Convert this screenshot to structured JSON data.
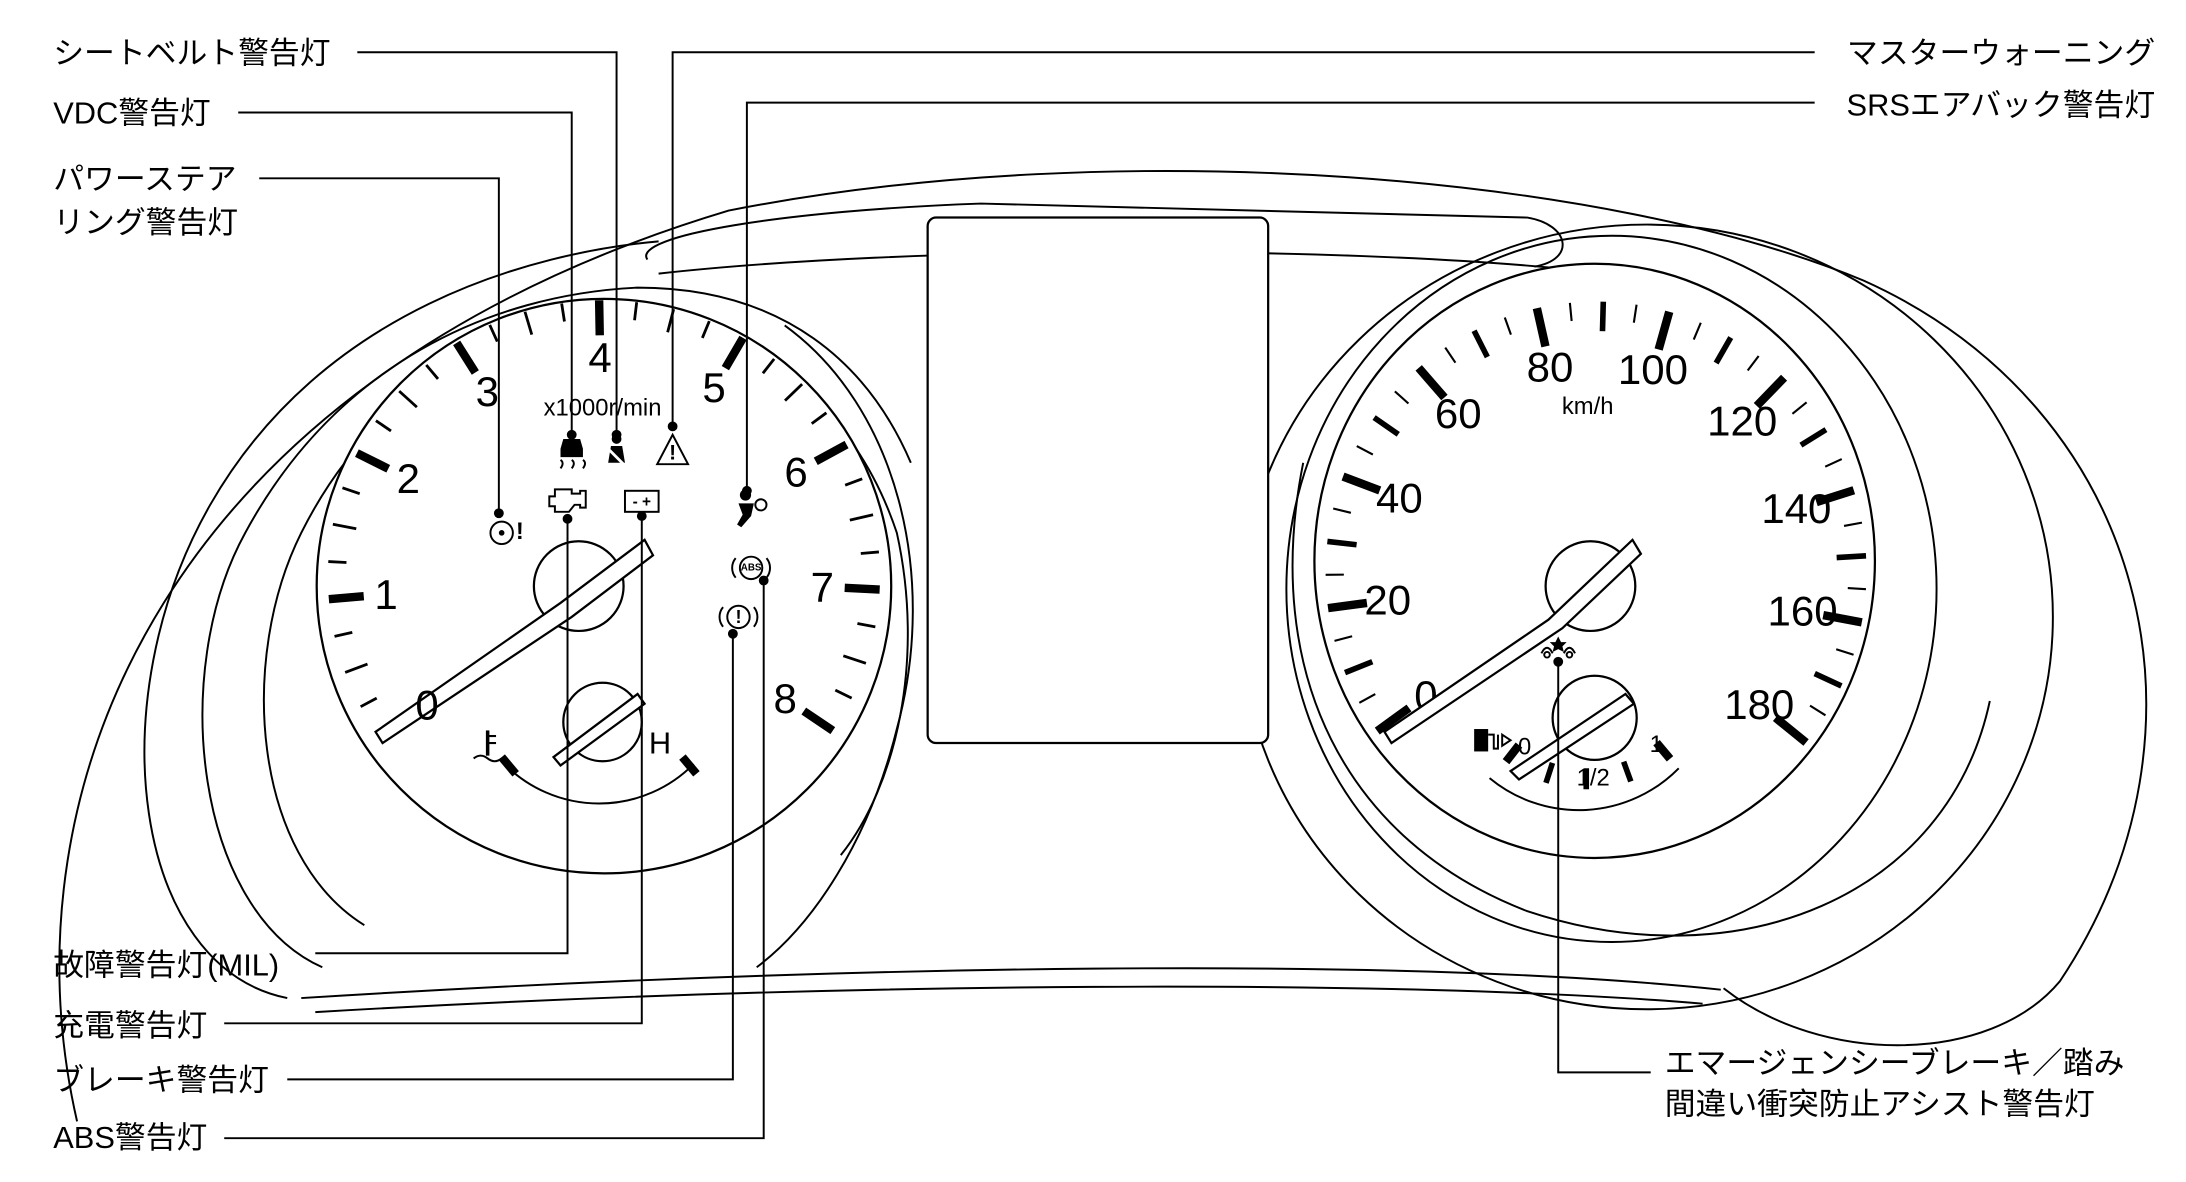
{
  "labels": {
    "seatbelt": "シートベルト警告灯",
    "vdc": "VDC警告灯",
    "power_steering_1": "パワーステア",
    "power_steering_2": "リング警告灯",
    "master_warning": "マスターウォーニング",
    "srs_airbag": "SRSエアバック警告灯",
    "mil": "故障警告灯(MIL)",
    "charge": "充電警告灯",
    "brake": "ブレーキ警告灯",
    "abs": "ABS警告灯",
    "emergency_brake_1": "エマージェンシーブレーキ／踏み",
    "emergency_brake_2": "間違い衝突防止アシスト警告灯"
  },
  "tachometer": {
    "numbers": [
      "0",
      "1",
      "2",
      "3",
      "4",
      "5",
      "6",
      "7",
      "8"
    ],
    "unit": "x1000r/min",
    "temp_hot_label": "H"
  },
  "speedometer": {
    "numbers": [
      "0",
      "20",
      "40",
      "60",
      "80",
      "100",
      "120",
      "140",
      "160",
      "180"
    ],
    "unit": "km/h",
    "fuel_labels": [
      "0",
      "1/2",
      "1"
    ]
  },
  "icons": {
    "abs_text": "ABS",
    "battery_text": "- +",
    "warning_text": "!",
    "ps_text": "!"
  }
}
